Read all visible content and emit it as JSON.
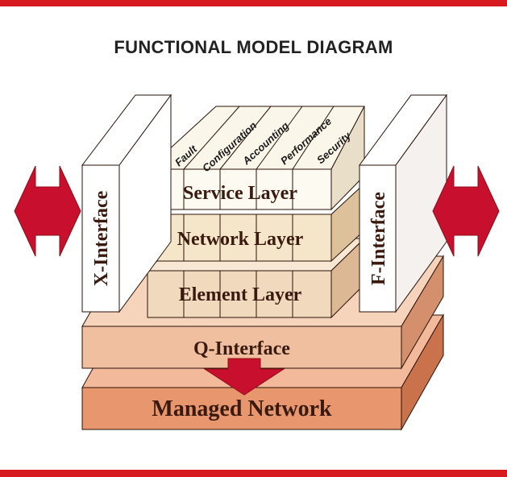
{
  "title": "FUNCTIONAL MODEL DIAGRAM",
  "functions": [
    "Fault",
    "Configuration",
    "Accounting",
    "Performance",
    "Security"
  ],
  "layers": {
    "service": "Service Layer",
    "network": "Network Layer",
    "element": "Element Layer"
  },
  "interfaces": {
    "x": "X-Interface",
    "f": "F-Interface",
    "q": "Q-Interface"
  },
  "managed_network": "Managed Network",
  "colors": {
    "accent_red": "#d71920",
    "arrow_red": "#c8102e",
    "service_fill": "#fdfaf2",
    "network_fill": "#f6e6c9",
    "element_fill": "#f1d9bd",
    "q_fill": "#efbfa0",
    "managed_fill": "#e7966e",
    "text": "#3a1a0f"
  }
}
